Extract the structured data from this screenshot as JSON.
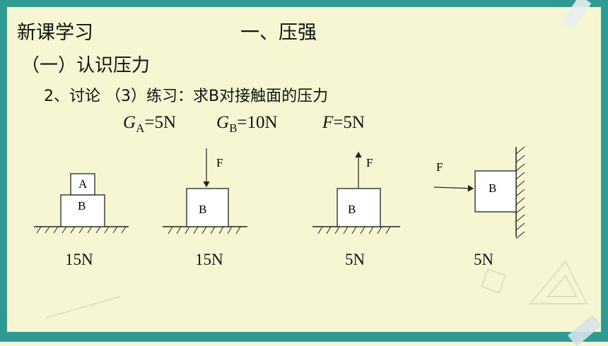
{
  "header": {
    "section": "新课学习",
    "topic": "一、压强"
  },
  "subtitle": "（一）认识压力",
  "question": "2、讨论 （3）练习：求B对接触面的压力",
  "given": {
    "ga_symbol": "G",
    "ga_sub": "A",
    "ga_value": "=5N",
    "gb_symbol": "G",
    "gb_sub": "B",
    "gb_value": "=10N",
    "f_symbol": "F",
    "f_value": "=5N"
  },
  "figures": [
    {
      "block_labels": [
        "A",
        "B"
      ],
      "answer": "15N"
    },
    {
      "block_labels": [
        "B"
      ],
      "force_label": "F",
      "answer": "15N"
    },
    {
      "block_labels": [
        "B"
      ],
      "force_label": "F",
      "answer": "5N"
    },
    {
      "block_labels": [
        "B"
      ],
      "force_label": "F",
      "answer": "5N"
    }
  ],
  "colors": {
    "background": "#f6f7d2",
    "frame": "#2f9a92"
  }
}
